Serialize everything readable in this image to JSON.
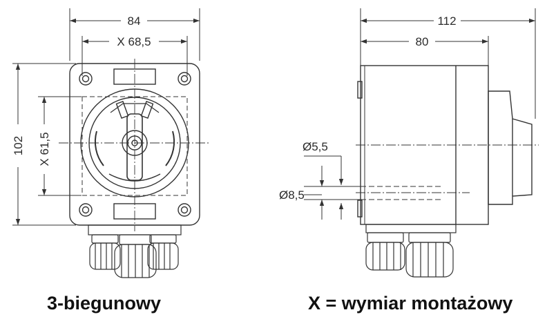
{
  "front_view": {
    "width_label": "84",
    "mount_width_label": "X 68,5",
    "height_label": "102",
    "mount_height_label": "X 61,5"
  },
  "side_view": {
    "depth_total_label": "112",
    "depth_body_label": "80",
    "hole_small_label": "Ø5,5",
    "hole_large_label": "Ø8,5"
  },
  "captions": {
    "left": "3-biegunowy",
    "right": "X = wymiar montażowy"
  }
}
